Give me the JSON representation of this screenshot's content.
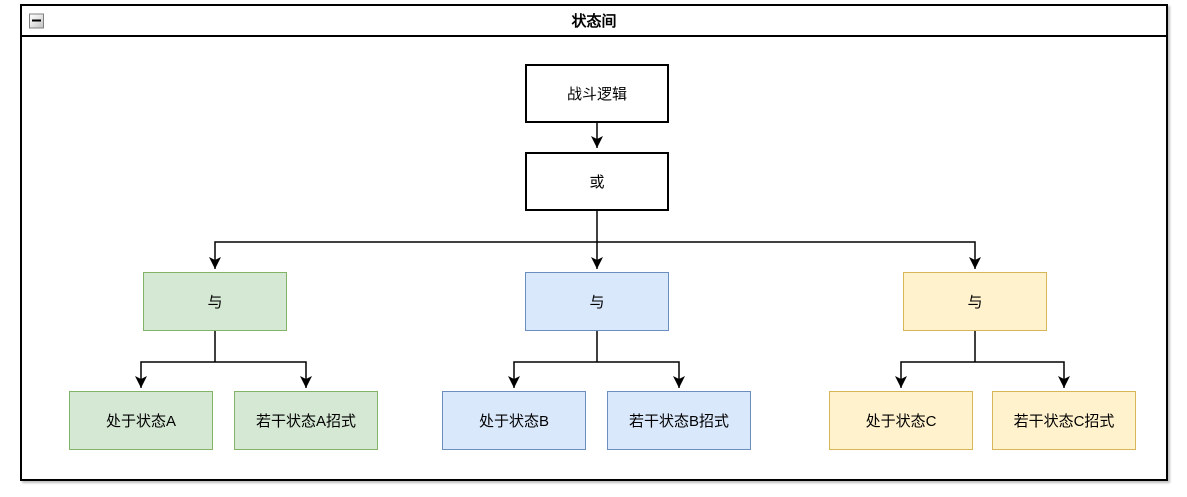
{
  "panel": {
    "title": "状态间",
    "collapse_icon": "minus",
    "border_color": "#000000",
    "background_color": "#ffffff"
  },
  "diagram": {
    "type": "logic-tree-flowchart",
    "edge_color": "#000000",
    "root_label": "战斗逻辑",
    "or_label": "或",
    "plain_node": {
      "fill": "#ffffff",
      "border": "#000000"
    },
    "groups": [
      {
        "and_label": "与",
        "fill": "#d5e8d4",
        "border": "#82b366",
        "leaf1": "处于状态A",
        "leaf2": "若干状态A招式"
      },
      {
        "and_label": "与",
        "fill": "#dae8fc",
        "border": "#6c8ebf",
        "leaf1": "处于状态B",
        "leaf2": "若干状态B招式"
      },
      {
        "and_label": "与",
        "fill": "#fff2cc",
        "border": "#d6b656",
        "leaf1": "处于状态C",
        "leaf2": "若干状态C招式"
      }
    ]
  }
}
